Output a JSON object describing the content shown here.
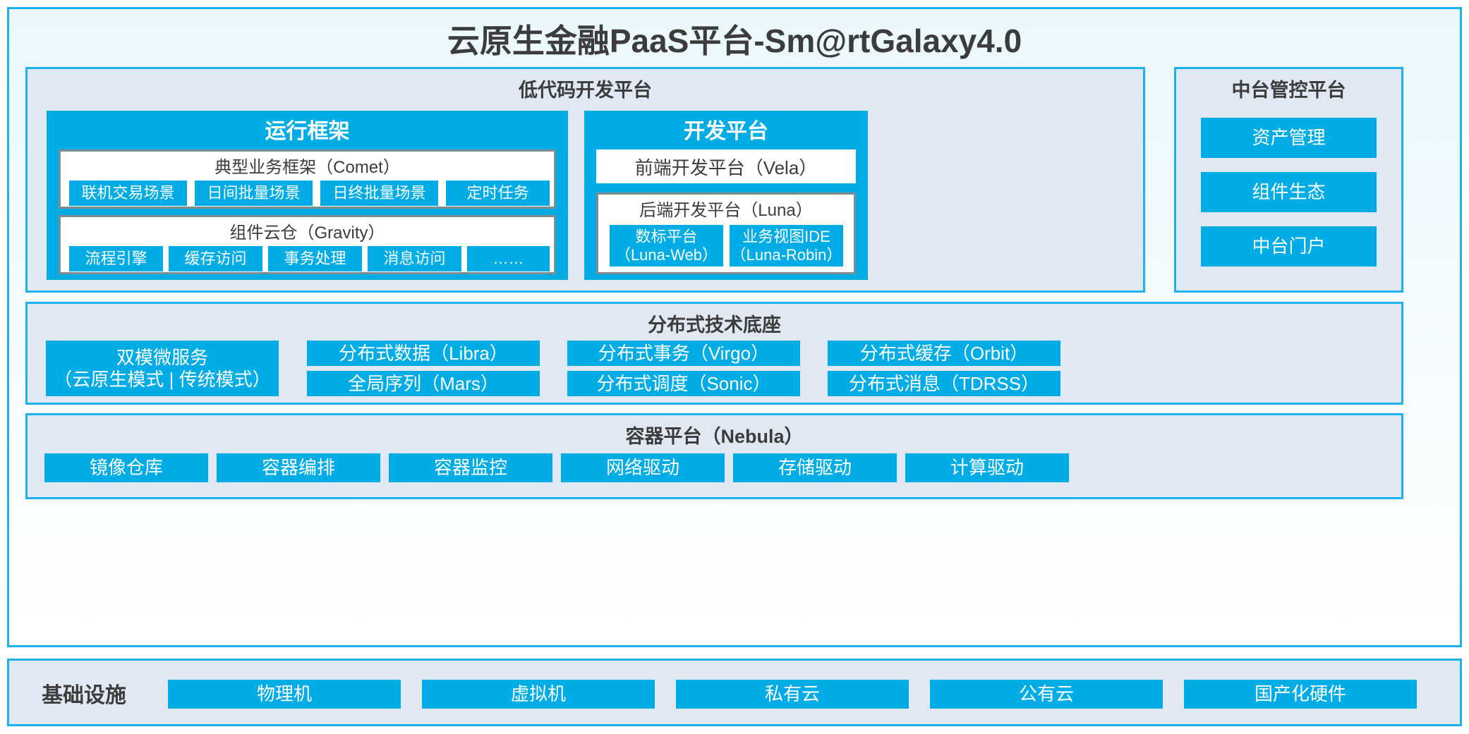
{
  "title": "云原生金融PaaS平台-Sm@rtGalaxy4.0",
  "colors": {
    "accent_blue": "#00ace5",
    "frame_blue": "#1eb0ef",
    "panel_bg": "#dfe8f3",
    "group_border": "#7f8c92",
    "text_dark": "#3c3c3c"
  },
  "lowcode": {
    "title": "低代码开发平台",
    "runtime": {
      "title": "运行框架",
      "comet": {
        "title": "典型业务框架（Comet）",
        "chips": [
          "联机交易场景",
          "日间批量场景",
          "日终批量场景",
          "定时任务"
        ]
      },
      "gravity": {
        "title": "组件云仓（Gravity）",
        "chips": [
          "流程引擎",
          "缓存访问",
          "事务处理",
          "消息访问",
          "……"
        ]
      }
    },
    "devplatform": {
      "title": "开发平台",
      "vela": "前端开发平台（Vela）",
      "luna": {
        "title": "后端开发平台（Luna）",
        "chips": [
          "数标平台\n（Luna-Web）",
          "业务视图IDE\n（Luna-Robin）"
        ]
      }
    }
  },
  "midplatform": {
    "title": "中台管控平台",
    "chips": [
      "资产管理",
      "组件生态",
      "中台门户"
    ]
  },
  "foundation": {
    "title": "分布式技术底座",
    "wide_chip": "双模微服务\n（云原生模式 | 传统模式）",
    "chips": [
      "分布式数据（Libra）",
      "分布式事务（Virgo）",
      "分布式缓存（Orbit）",
      "全局序列（Mars）",
      "分布式调度（Sonic）",
      "分布式消息（TDRSS）"
    ]
  },
  "container": {
    "title": "容器平台（Nebula）",
    "chips": [
      "镜像仓库",
      "容器编排",
      "容器监控",
      "网络驱动",
      "存储驱动",
      "计算驱动"
    ]
  },
  "infrastructure": {
    "label": "基础设施",
    "chips": [
      "物理机",
      "虚拟机",
      "私有云",
      "公有云",
      "国产化硬件"
    ]
  }
}
